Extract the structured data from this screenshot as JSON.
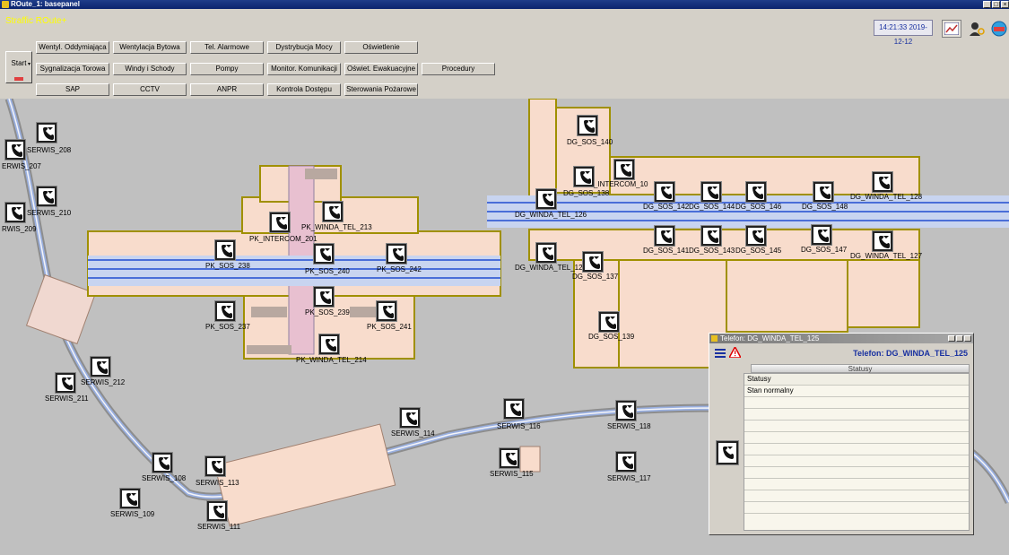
{
  "window": {
    "title": "ROute_1: basepanel"
  },
  "toolbar": {
    "brand": "Straffic ROute+",
    "clock": "14:21:33 2019-12-12",
    "start_label": "Start",
    "buttons_row1": [
      "Wentyl. Oddymiająca",
      "Wentylacja Bytowa",
      "Tel. Alarmowe",
      "Dystrybucja Mocy",
      "Oświetlenie"
    ],
    "buttons_row2": [
      "Sygnalizacja Torowa",
      "Windy i Schody",
      "Pompy",
      "Monitor. Komunikacji",
      "Oświet. Ewakuacyjne",
      "Procedury"
    ],
    "buttons_row3": [
      "SAP",
      "CCTV",
      "ANPR",
      "Kontrola Dostępu",
      "Sterowania Pożarowe"
    ],
    "alarm_color": "#e00000"
  },
  "devices": [
    {
      "label": "SERWIS_208"
    },
    {
      "label": "ERWIS_207"
    },
    {
      "label": "SERWIS_210"
    },
    {
      "label": "RWIS_209"
    },
    {
      "label": "SERWIS_212"
    },
    {
      "label": "SERWIS_211"
    },
    {
      "label": "SERWIS_108"
    },
    {
      "label": "SERWIS_113"
    },
    {
      "label": "SERWIS_109"
    },
    {
      "label": "SERWIS_111"
    },
    {
      "label": "SERWIS_114"
    },
    {
      "label": "SERWIS_116"
    },
    {
      "label": "SERWIS_115"
    },
    {
      "label": "SERWIS_118"
    },
    {
      "label": "SERWIS_117"
    },
    {
      "label": "PK_INTERCOM_201"
    },
    {
      "label": "PK_WINDA_TEL_213"
    },
    {
      "label": "PK_SOS_238"
    },
    {
      "label": "PK_SOS_240"
    },
    {
      "label": "PK_SOS_242"
    },
    {
      "label": "PK_SOS_239"
    },
    {
      "label": "PK_SOS_237"
    },
    {
      "label": "PK_SOS_241"
    },
    {
      "label": "PK_WINDA_TEL_214"
    },
    {
      "label": "DG_SOS_140"
    },
    {
      "label": "DG_INTERCOM_10"
    },
    {
      "label": "DG_SOS_138"
    },
    {
      "label": "DG_WINDA_TEL_126"
    },
    {
      "label": "DG_SOS_142"
    },
    {
      "label": "DG_SOS_144"
    },
    {
      "label": "DG_SOS_146"
    },
    {
      "label": "DG_SOS_148"
    },
    {
      "label": "DG_WINDA_TEL_128"
    },
    {
      "label": "DG_WINDA_TEL_125"
    },
    {
      "label": "DG_SOS_137"
    },
    {
      "label": "DG_SOS_141"
    },
    {
      "label": "DG_SOS_143"
    },
    {
      "label": "DG_SOS_145"
    },
    {
      "label": "DG_SOS_147"
    },
    {
      "label": "DG_WINDA_TEL_127"
    },
    {
      "label": "DG_SOS_139"
    }
  ],
  "popup": {
    "title": "Telefon: DG_WINDA_TEL_125",
    "header": "Telefon:  DG_WINDA_TEL_125",
    "tab": "Statusy",
    "rows": [
      "Statusy",
      "Stan normalny"
    ]
  }
}
